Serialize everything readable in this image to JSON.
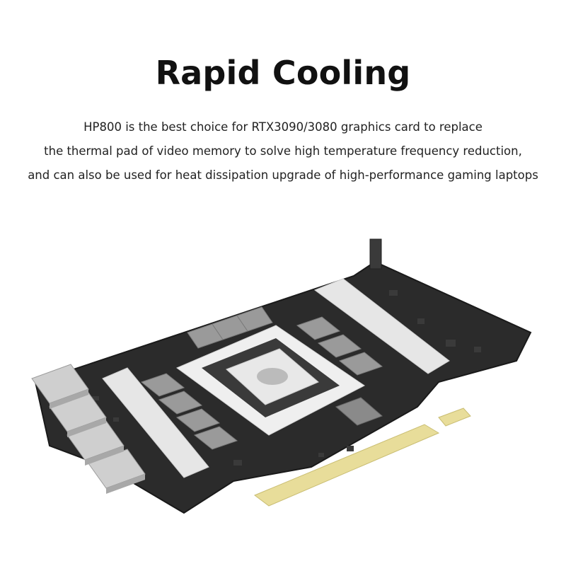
{
  "headline": "Rapid Cooling",
  "description": [
    "HP800 is the best choice for RTX3090/3080 graphics card to replace",
    "the thermal pad of video memory to solve high temperature frequency reduction,",
    "and can also be used for heat dissipation upgrade of high-performance gaming laptops"
  ],
  "product_image": {
    "pcb_color": "#2b2b2b",
    "thermal_pad_color": "#e6e6e6",
    "memory_chip_color": "#9a9a9a",
    "gold_finger_color": "#e8dd9a"
  }
}
